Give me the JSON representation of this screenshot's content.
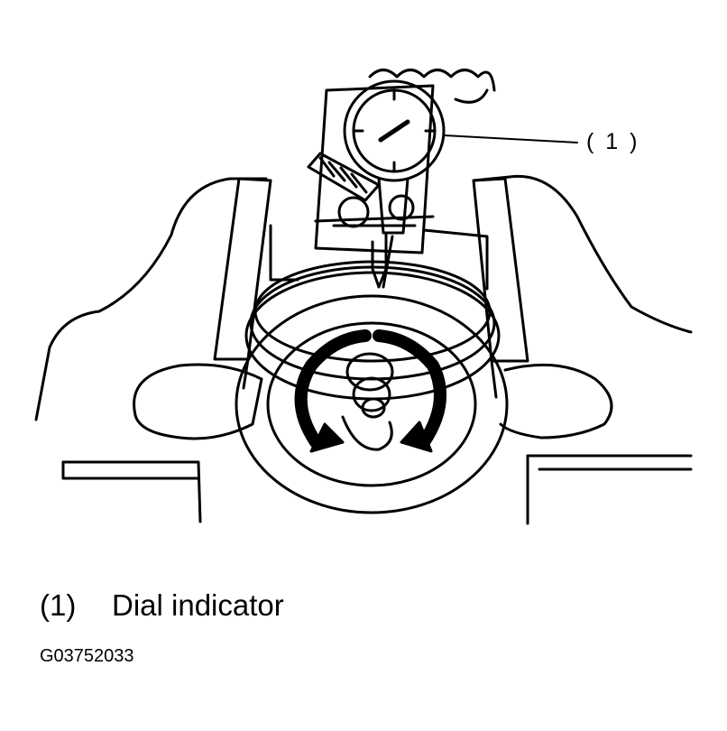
{
  "diagram": {
    "callout": "( 1 )",
    "legend": [
      {
        "number": "(1)",
        "label": "Dial indicator"
      }
    ],
    "figure_code": "G03752033"
  }
}
